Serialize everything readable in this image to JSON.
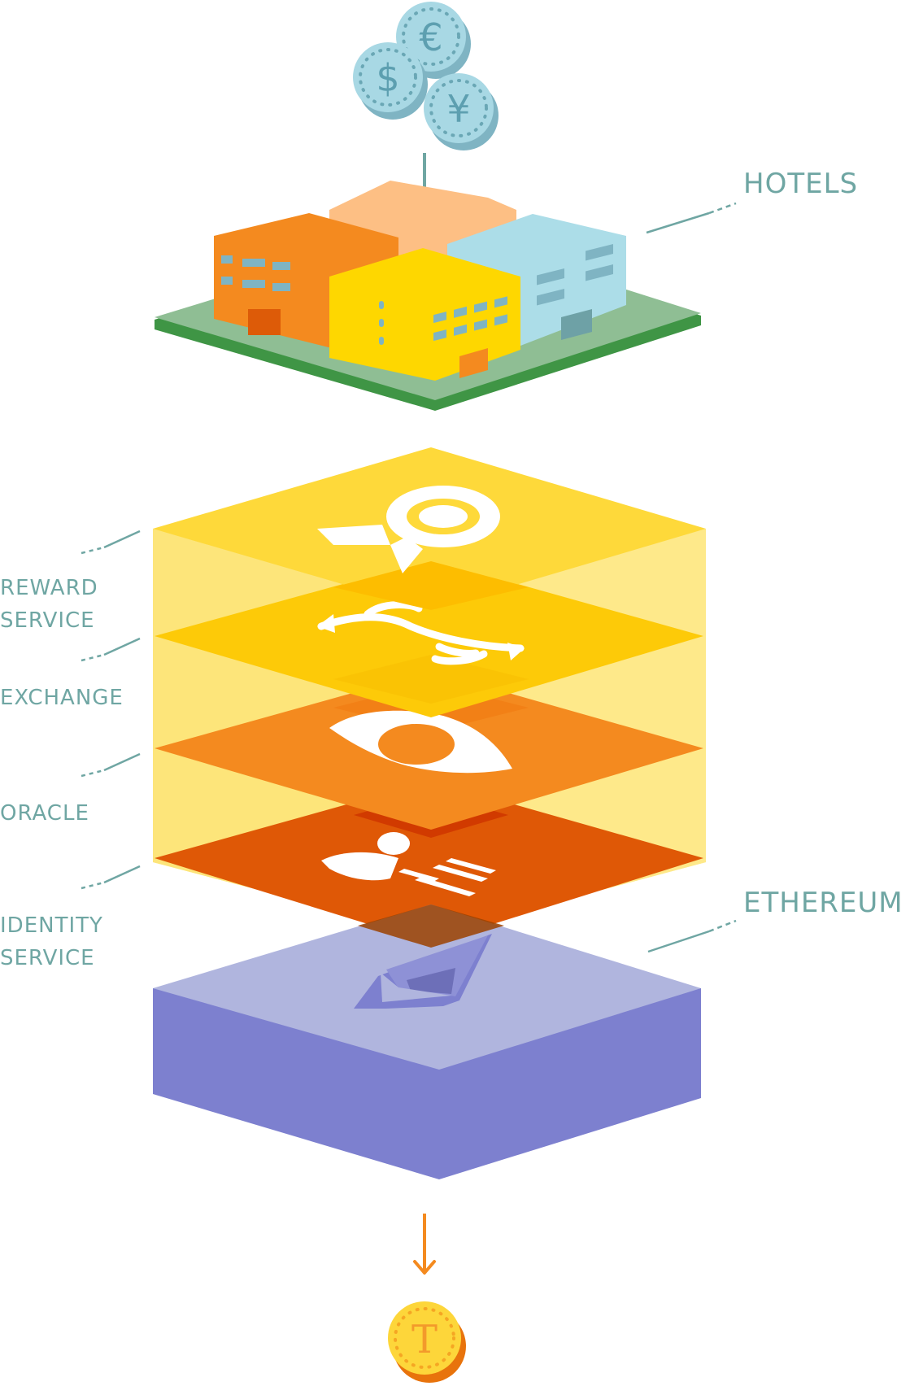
{
  "labels": {
    "hotels": "HOTELS",
    "reward_service": [
      "REWARD",
      "SERVICE"
    ],
    "exchange": "EXCHANGE",
    "oracle": "ORACLE",
    "identity_service": [
      "IDENTITY",
      "SERVICE"
    ],
    "ethereum": "ETHEREUM"
  },
  "coins": {
    "currency_symbols": [
      "€",
      "$",
      "¥"
    ],
    "token_symbol": "T"
  },
  "layers": [
    {
      "name": "reward-service",
      "icon": "award-ribbon-icon"
    },
    {
      "name": "exchange",
      "icon": "exchange-arrows-icon"
    },
    {
      "name": "oracle",
      "icon": "eye-icon"
    },
    {
      "name": "identity-service",
      "icon": "person-id-icon"
    },
    {
      "name": "ethereum",
      "icon": "ethereum-icon"
    }
  ],
  "colors": {
    "label_text": "#6fa6a3",
    "coin_blue": "#a8d8e4",
    "coin_gold": "#fdd63a",
    "reward_layer": "#fed93a",
    "exchange_layer": "#fdca08",
    "oracle_layer": "#f48a1f",
    "identity_layer": "#df5806",
    "ethereum_top": "#b0b5de",
    "ethereum_side": "#7d80cf",
    "hotel_ground": "#8fbe94"
  }
}
